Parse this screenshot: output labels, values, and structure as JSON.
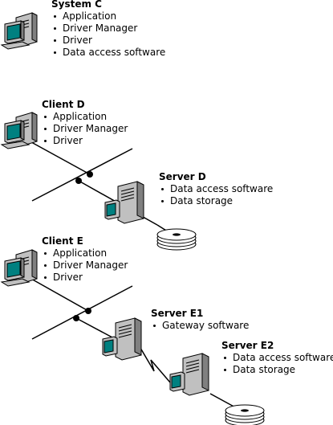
{
  "system_c": {
    "title": "System C",
    "items": [
      "Application",
      "Driver Manager",
      "Driver",
      "Data access software"
    ]
  },
  "client_d": {
    "title": "Client D",
    "items": [
      "Application",
      "Driver Manager",
      "Driver"
    ]
  },
  "server_d": {
    "title": "Server D",
    "items": [
      "Data access software",
      "Data storage"
    ]
  },
  "client_e": {
    "title": "Client E",
    "items": [
      "Application",
      "Driver Manager",
      "Driver"
    ]
  },
  "server_e1": {
    "title": "Server E1",
    "items": [
      "Gateway software"
    ]
  },
  "server_e2": {
    "title": "Server E2",
    "items": [
      "Data access software",
      "Data storage"
    ]
  },
  "icons": [
    "desktop-computer-icon",
    "server-tower-icon",
    "disk-stack-icon"
  ],
  "colors": {
    "line": "#000000",
    "device_gray": "#c0c0c0",
    "device_shadow": "#808080",
    "screen_teal": "#008080"
  }
}
